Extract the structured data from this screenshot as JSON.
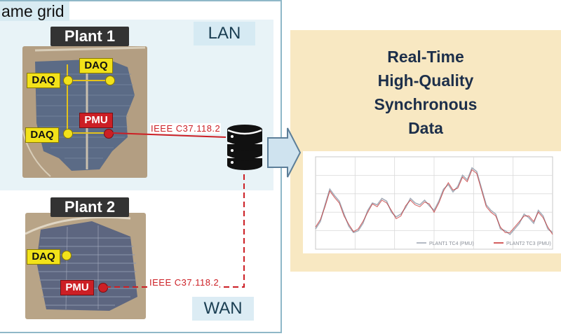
{
  "diagram": {
    "grid_label": "ame grid",
    "lan_label": "LAN",
    "wan_label": "WAN",
    "plants": [
      {
        "title": "Plant 1",
        "tags": [
          "DAQ",
          "DAQ",
          "DAQ",
          "PMU"
        ],
        "protocol": "IEEE C37.118.2"
      },
      {
        "title": "Plant 2",
        "tags": [
          "DAQ",
          "PMU"
        ],
        "protocol": "IEEE C37.118.2"
      }
    ],
    "server_icon": "database-icon",
    "arrow_icon": "right-arrow-icon",
    "output_lines": [
      "Real-Time",
      "High-Quality",
      "Synchronous",
      "Data"
    ],
    "colors": {
      "lan_background": "#e8f3f7",
      "daq_tag": "#f2e21a",
      "pmu_tag": "#cc1f25",
      "link_line": "#cc1f25",
      "output_panel": "#f8e8c2",
      "output_text": "#1d2f4a",
      "series_1": "#9aa3b0",
      "series_2": "#c62828"
    }
  },
  "chart_data": {
    "type": "line",
    "title": "",
    "xlabel": "",
    "ylabel": "",
    "xlim": [
      0,
      100
    ],
    "ylim": [
      0,
      100
    ],
    "grid": true,
    "legend_position": "bottom-right",
    "legend": [
      "PLANT1 TC4 (PMU)",
      "PLANT2 TC3 (PMU)"
    ],
    "series": [
      {
        "name": "PLANT1 TC4 (PMU)",
        "x": [
          0,
          2,
          4,
          6,
          8,
          10,
          12,
          14,
          16,
          18,
          20,
          22,
          24,
          26,
          28,
          30,
          32,
          34,
          36,
          38,
          40,
          42,
          44,
          46,
          48,
          50,
          52,
          54,
          56,
          58,
          60,
          62,
          64,
          66,
          68,
          70,
          72,
          74,
          76,
          78,
          80,
          82,
          84,
          86,
          88,
          90,
          92,
          94,
          96,
          98,
          100
        ],
        "y": [
          22,
          30,
          48,
          65,
          58,
          52,
          38,
          25,
          18,
          20,
          28,
          42,
          50,
          48,
          55,
          52,
          40,
          35,
          38,
          45,
          55,
          50,
          48,
          53,
          47,
          42,
          52,
          65,
          70,
          62,
          68,
          80,
          75,
          88,
          84,
          66,
          48,
          42,
          38,
          22,
          20,
          16,
          22,
          28,
          38,
          34,
          28,
          42,
          36,
          22,
          18
        ]
      },
      {
        "name": "PLANT2 TC3 (PMU)",
        "x": [
          0,
          2,
          4,
          6,
          8,
          10,
          12,
          14,
          16,
          18,
          20,
          22,
          24,
          26,
          28,
          30,
          32,
          34,
          36,
          38,
          40,
          42,
          44,
          46,
          48,
          50,
          52,
          54,
          56,
          58,
          60,
          62,
          64,
          66,
          68,
          70,
          72,
          74,
          76,
          78,
          80,
          82,
          84,
          86,
          88,
          90,
          92,
          94,
          96,
          98,
          100
        ],
        "y": [
          24,
          32,
          46,
          63,
          56,
          50,
          36,
          27,
          19,
          22,
          30,
          40,
          49,
          46,
          53,
          50,
          42,
          33,
          36,
          47,
          53,
          48,
          46,
          51,
          49,
          40,
          50,
          63,
          72,
          64,
          66,
          78,
          73,
          86,
          82,
          64,
          46,
          40,
          36,
          24,
          18,
          18,
          24,
          30,
          36,
          36,
          30,
          40,
          34,
          24,
          16
        ]
      }
    ]
  }
}
